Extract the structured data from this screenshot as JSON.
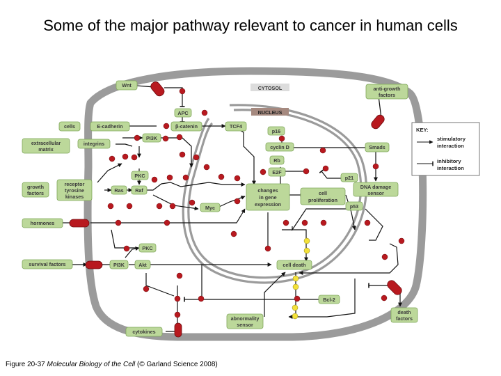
{
  "title": "Some of the major pathway relevant to cancer in human cells",
  "caption": {
    "prefix": "Figure 20-37 ",
    "book": "Molecular Biology of the Cell",
    "suffix": " (© Garland Science 2008)"
  },
  "colors": {
    "box_green": "#bcd89a",
    "box_border": "#7fa65a",
    "node_red": "#b8191f",
    "node_yellow": "#f3e13a",
    "cell_gray": "#9b9b9b",
    "cytosol_box": "#dcdcdc",
    "nucleus_box": "#a5897f"
  },
  "compartments": {
    "cytosol": "CYTOSOL",
    "nucleus": "NUCLEUS"
  },
  "extracellular": {
    "wnt": "Wnt",
    "cells": "cells",
    "matrix_1": "extracellular",
    "matrix_2": "matrix",
    "growth_1": "growth",
    "growth_2": "factors",
    "hormones": "hormones",
    "survival": "survival factors",
    "cytokines": "cytokines",
    "antigrowth_1": "anti-growth",
    "antigrowth_2": "factors",
    "death_1": "death",
    "death_2": "factors"
  },
  "cytosolic": {
    "apc": "APC",
    "ecadherin": "E-cadherin",
    "bcatenin": "β-catenin",
    "tcf4": "TCF4",
    "pi3k_top": "PI3K",
    "integrins": "integrins",
    "pkc_top": "PKC",
    "receptor_1": "receptor",
    "receptor_2": "tyrosine",
    "receptor_3": "kinases",
    "ras": "Ras",
    "raf": "Raf",
    "myc": "Myc",
    "pkc_bottom": "PKC",
    "pi3k_bottom": "PI3K",
    "akt": "Akt",
    "bcl2": "Bcl-2",
    "abnormality_1": "abnormality",
    "abnormality_2": "sensor",
    "smads": "Smads",
    "dna_damage_1": "DNA damage",
    "dna_damage_2": "sensor"
  },
  "nuclear": {
    "p16": "p16",
    "cyclin_d": "cyclin D",
    "rb": "Rb",
    "e2f": "E2F",
    "p21": "p21",
    "p53": "p53",
    "gene_1": "changes",
    "gene_2": "in gene",
    "gene_3": "expression",
    "prolif_1": "cell",
    "prolif_2": "proliferation",
    "cell_death": "cell death"
  },
  "key": {
    "title": "KEY:",
    "stim_1": "stimulatory",
    "stim_2": "interaction",
    "inhib_1": "inhibitory",
    "inhib_2": "interaction"
  }
}
